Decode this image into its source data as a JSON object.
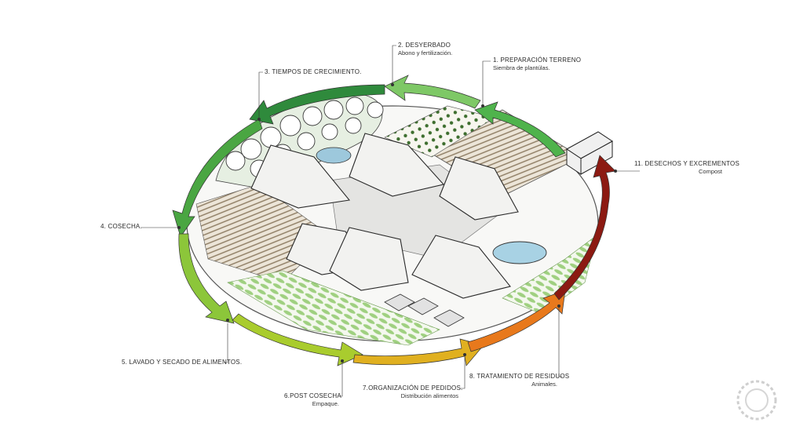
{
  "steps": [
    {
      "title": "1. PREPARACIÓN TERRENO",
      "sub": "Siembra de plantúlas."
    },
    {
      "title": "2. DESYERBADO",
      "sub": "Abono y fertilización."
    },
    {
      "title": "3. TIEMPOS DE CRECIMIENTO.",
      "sub": ""
    },
    {
      "title": "4. COSECHA.",
      "sub": ""
    },
    {
      "title": "5. LAVADO Y SECADO DE ALIMENTOS.",
      "sub": ""
    },
    {
      "title": "6.POST COSECHA",
      "sub": "Empaque."
    },
    {
      "title": "7.ORGANIZACIÓN DE PEDIDOS.",
      "sub": "Distribución alimentos"
    },
    {
      "title": "8. TRATAMIENTO DE RESIDUOS",
      "sub": "Animales."
    },
    {
      "title": "11. DESECHOS Y EXCREMENTOS",
      "sub": "Compost"
    }
  ],
  "colors": {
    "dark_green": "#2f8a3c",
    "green": "#5cb84a",
    "light_green": "#9ccf3a",
    "yellow_green": "#c3d52e",
    "orange": "#e88a1e",
    "red": "#c8401a",
    "dark_red": "#8c1a12",
    "crop_green": "#8cc672",
    "soil": "#a89880"
  }
}
